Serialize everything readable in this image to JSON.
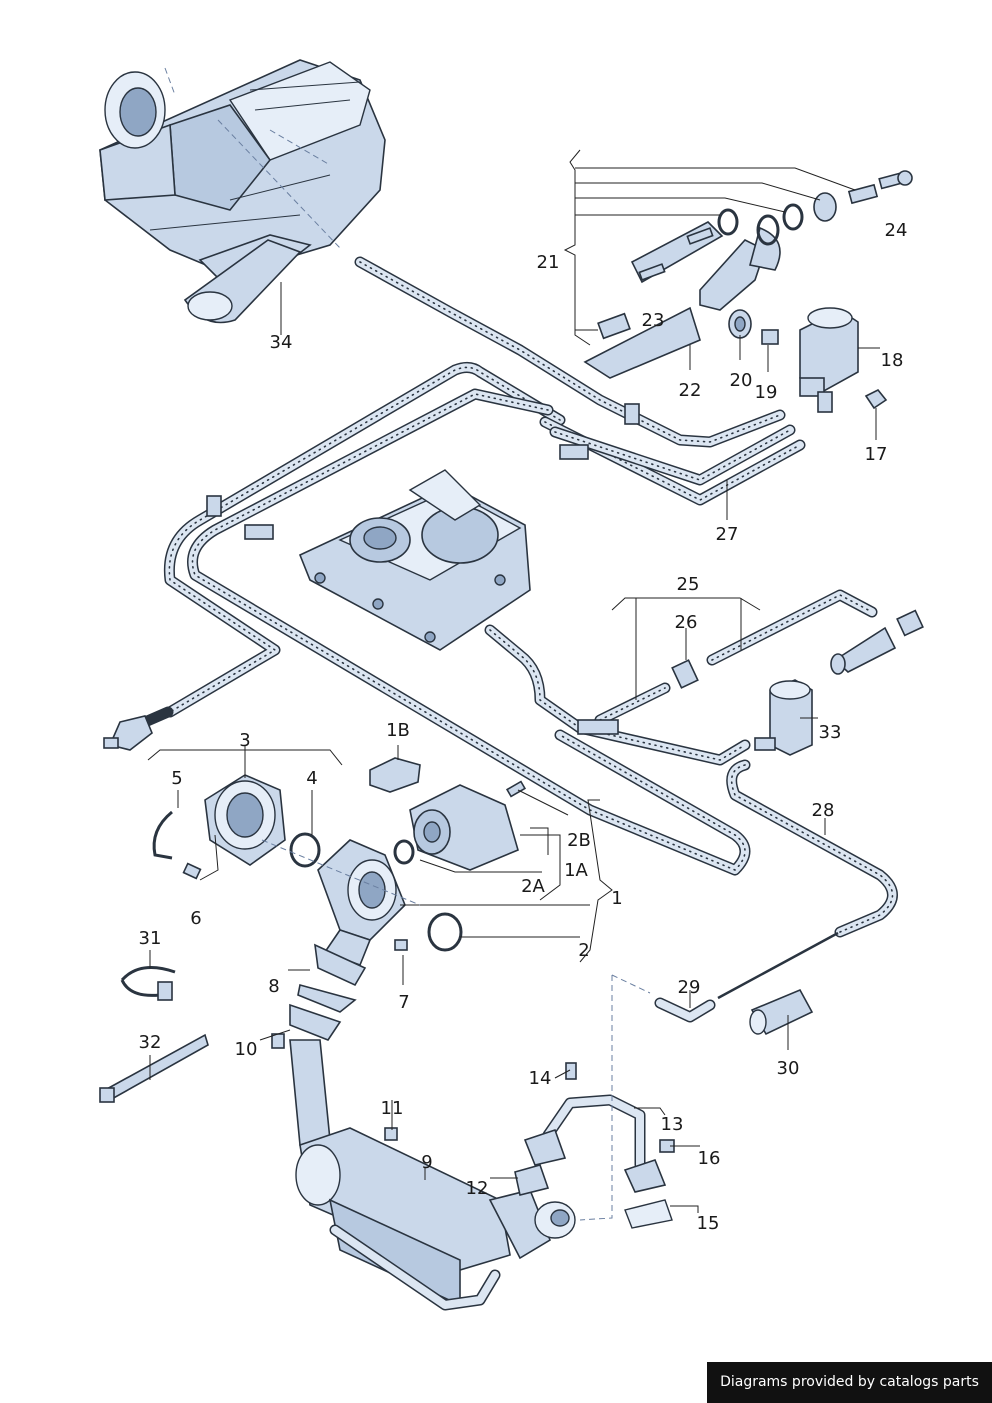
{
  "callouts": {
    "c1": "1",
    "c1A": "1A",
    "c1B": "1B",
    "c2": "2",
    "c2A": "2A",
    "c2B": "2B",
    "c3": "3",
    "c4": "4",
    "c5": "5",
    "c6": "6",
    "c7": "7",
    "c8": "8",
    "c9": "9",
    "c10": "10",
    "c11": "11",
    "c12": "12",
    "c13": "13",
    "c14": "14",
    "c15": "15",
    "c16": "16",
    "c17": "17",
    "c18": "18",
    "c19": "19",
    "c20": "20",
    "c21": "21",
    "c22": "22",
    "c23": "23",
    "c24": "24",
    "c25": "25",
    "c26": "26",
    "c27": "27",
    "c28": "28",
    "c29": "29",
    "c30": "30",
    "c31": "31",
    "c32": "32",
    "c33": "33",
    "c34": "34"
  },
  "footer": {
    "text": "Diagrams provided by catalogs parts"
  },
  "colors": {
    "part_fill": "#cad8ea",
    "outline": "#2a3440",
    "footer_bg": "#111111"
  }
}
